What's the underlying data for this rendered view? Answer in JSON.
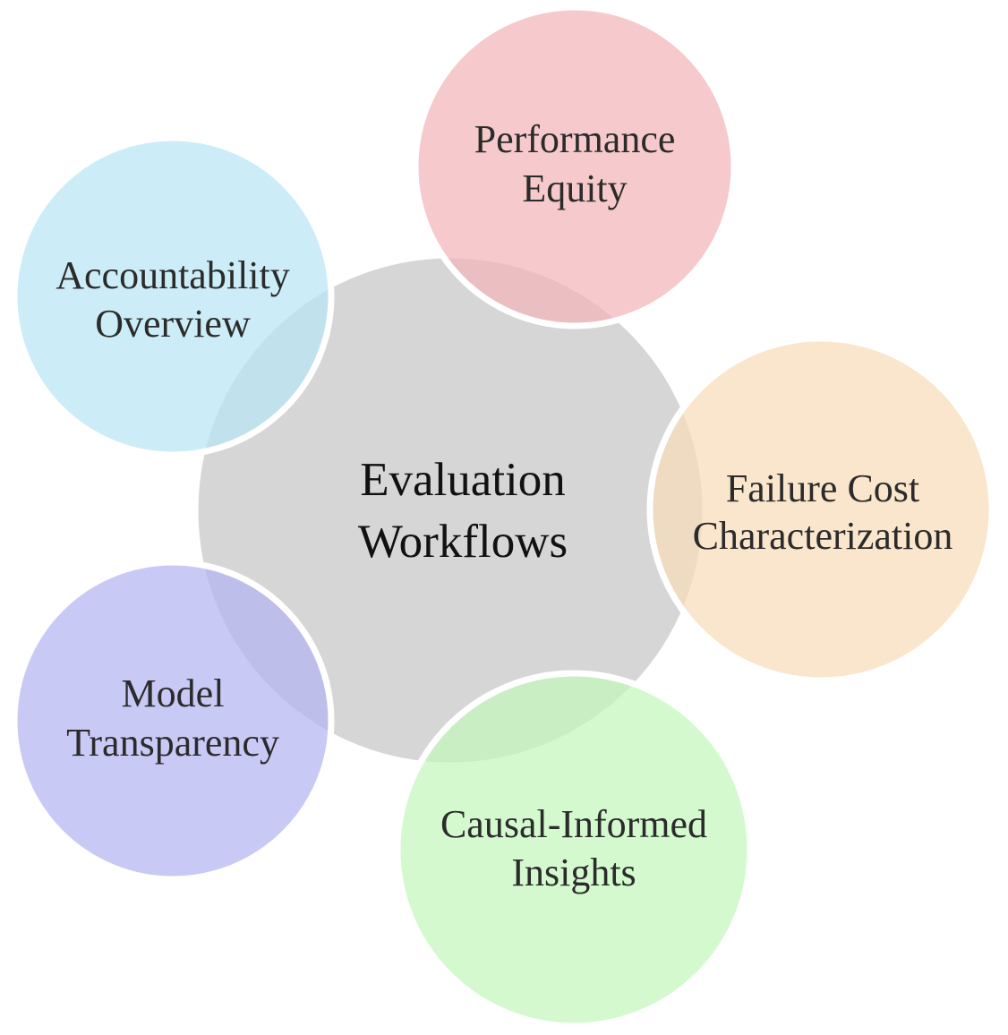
{
  "center": {
    "line1": "Evaluation",
    "line2": "Workflows",
    "color": "#d6d6d6"
  },
  "nodes": [
    {
      "id": "performance-equity",
      "line1": "Performance",
      "line2": "Equity",
      "color": "#f2b6b8"
    },
    {
      "id": "failure-cost",
      "line1": "Failure Cost",
      "line2": "Characterization",
      "color": "#f8dcb8"
    },
    {
      "id": "causal-informed",
      "line1": "Causal-Informed",
      "line2": "Insights",
      "color": "#c4f7bc"
    },
    {
      "id": "model-transparency",
      "line1": "Model",
      "line2": "Transparency",
      "color": "#b4b4f2"
    },
    {
      "id": "accountability",
      "line1": "Accountability",
      "line2": "Overview",
      "color": "#b9e6f5"
    }
  ]
}
